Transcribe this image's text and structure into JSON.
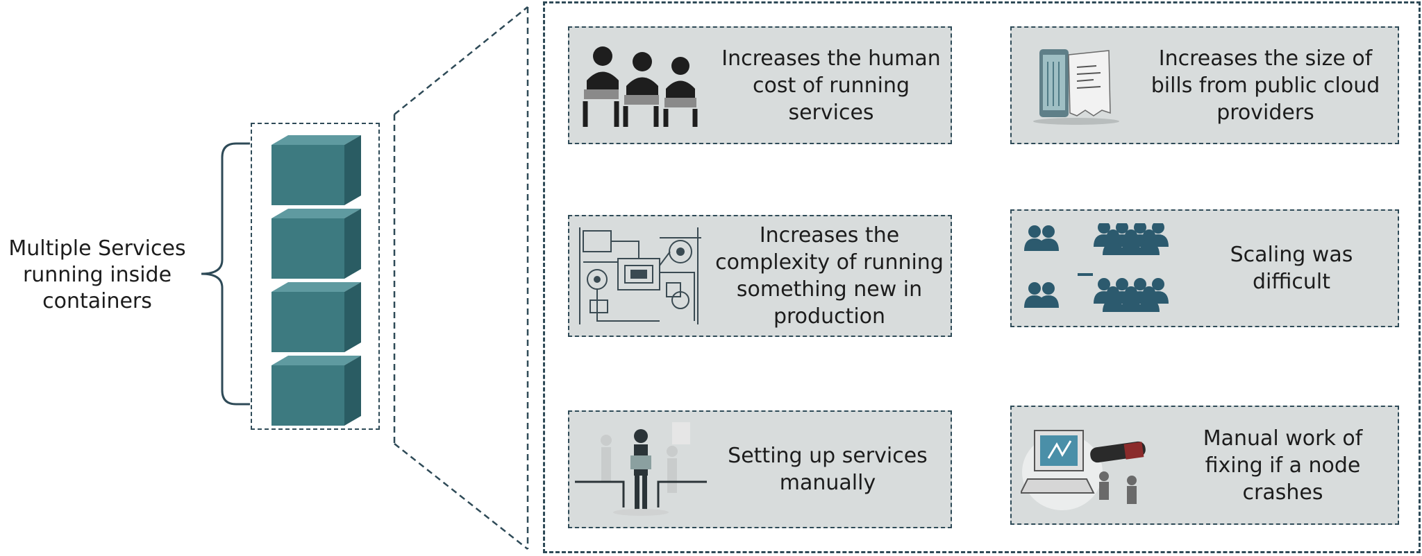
{
  "left_label": "Multiple Services running inside containers",
  "colors": {
    "cube_front": "#3d7a80",
    "cube_top": "#5f9aa0",
    "cube_side": "#2a5c63",
    "dashed_border": "#2e4a57",
    "card_bg": "#d8dcdc",
    "icon_dark": "#2c5a6e"
  },
  "container_cube_count": 4,
  "cards": [
    {
      "text": "Increases the human cost of running services",
      "icon": "workers-at-laptops-icon"
    },
    {
      "text": "Increases the size of bills from public cloud providers",
      "icon": "phone-bill-receipt-icon"
    },
    {
      "text": "Increases the complexity of running something new in production",
      "icon": "complex-machinery-icon"
    },
    {
      "text": "Scaling was difficult",
      "icon": "scaling-people-groups-icon"
    },
    {
      "text": "Setting up services manually",
      "icon": "manual-setup-person-icon"
    },
    {
      "text": "Manual work of fixing if a node crashes",
      "icon": "broken-computer-repair-icon"
    }
  ]
}
